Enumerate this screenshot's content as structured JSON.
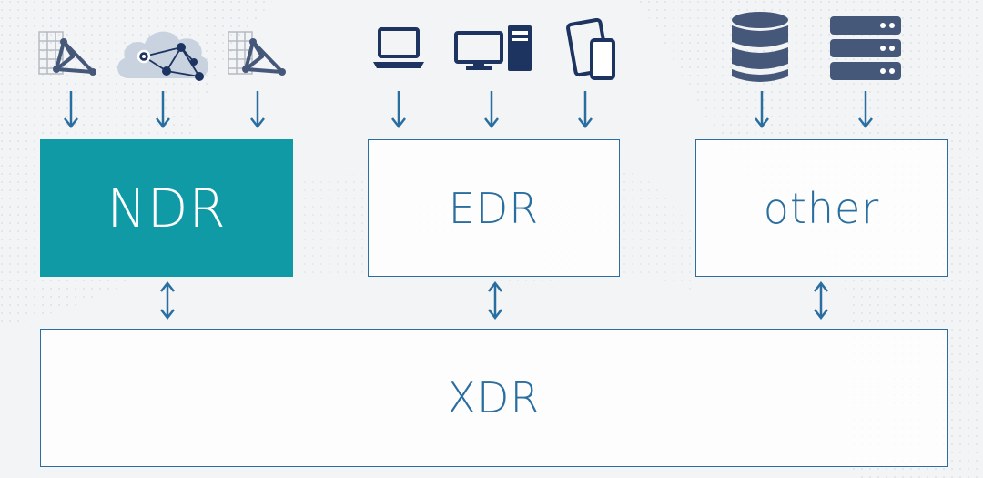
{
  "colors": {
    "ndr_fill": "#0f9aa5",
    "accent_blue": "#2a6ea0",
    "icon_navy": "#1d3461",
    "server_slate": "#46587a",
    "icon_gray": "#9aa1aa"
  },
  "boxes": {
    "ndr": "NDR",
    "edr": "EDR",
    "other": "other",
    "xdr": "XDR"
  },
  "icons": {
    "ndr_sources": [
      "network-map-icon",
      "cloud-network-icon",
      "network-map-icon"
    ],
    "edr_sources": [
      "laptop-icon",
      "desktop-computer-icon",
      "tablet-phone-icon"
    ],
    "other_sources": [
      "database-icon",
      "server-rack-icon"
    ]
  }
}
